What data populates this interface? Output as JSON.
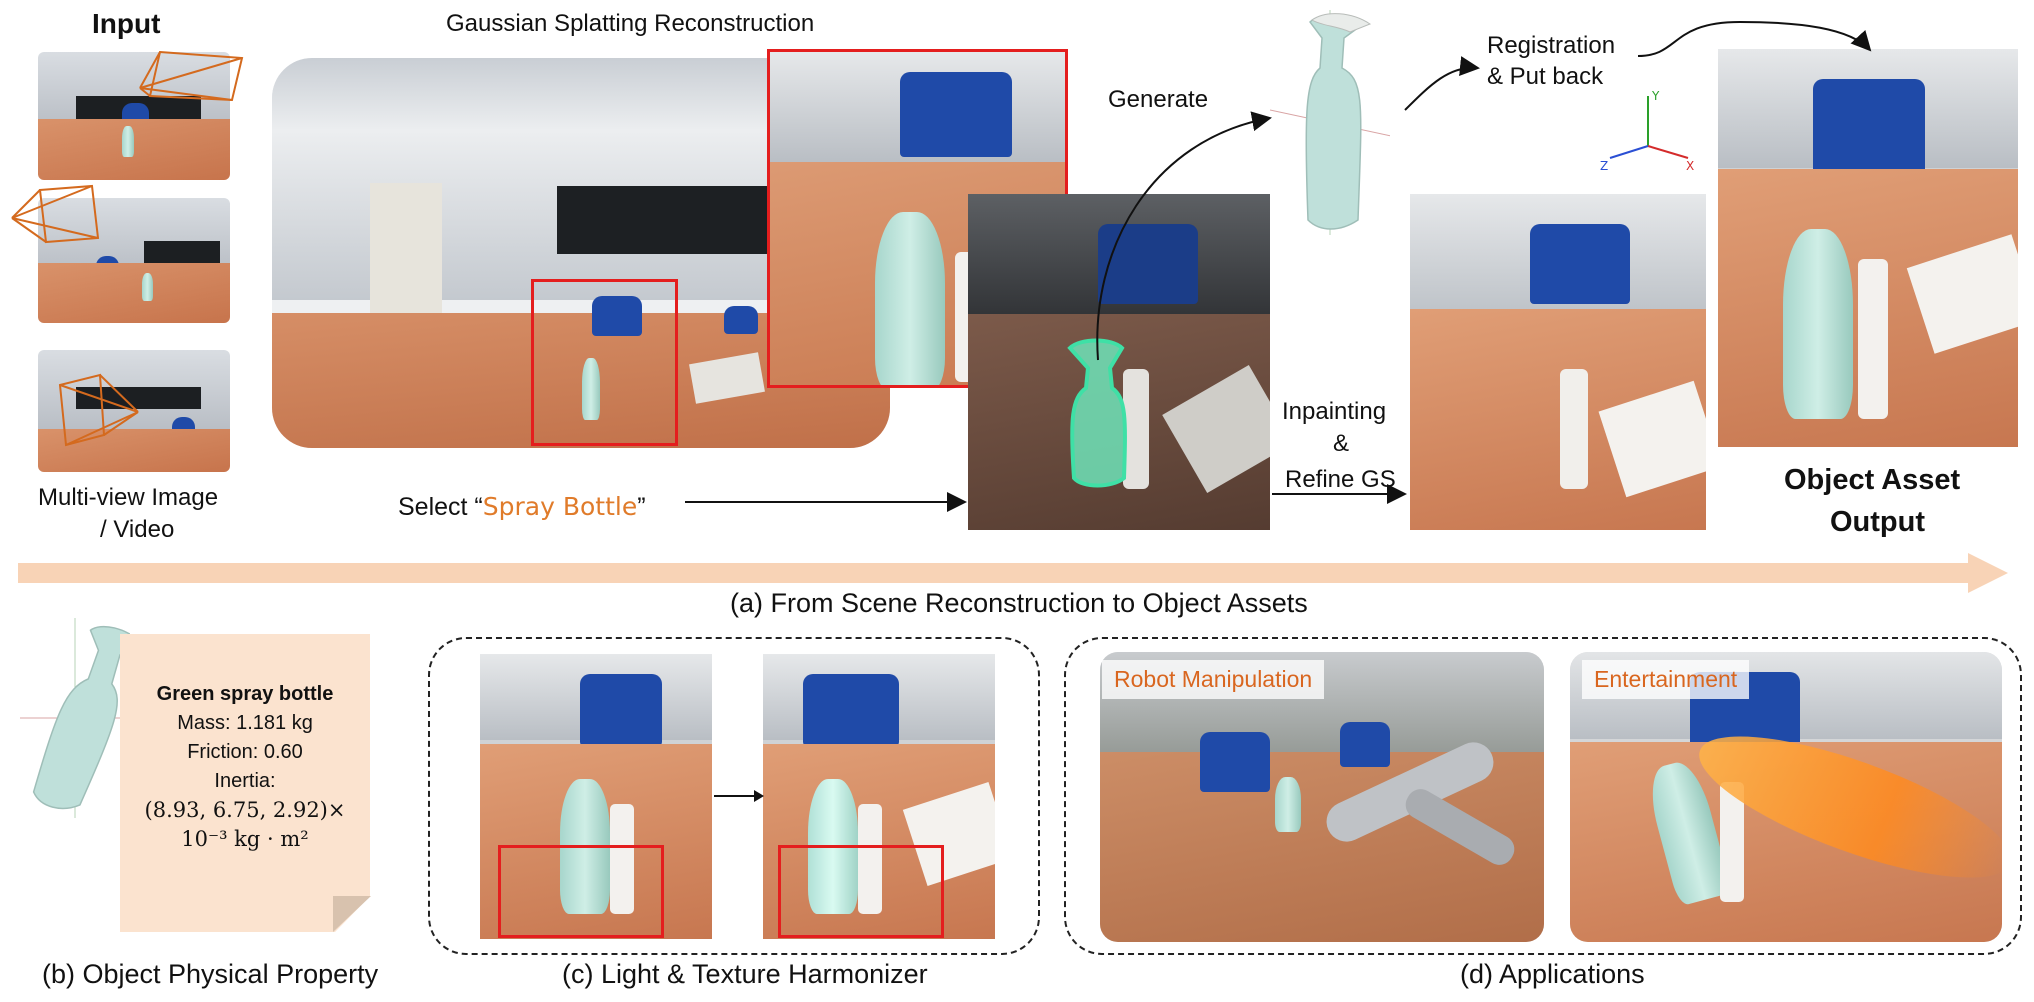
{
  "labels": {
    "input_title": "Input",
    "input_caption_line1": "Multi-view Image",
    "input_caption_line2": "/ Video",
    "gs_title": "Gaussian Splatting Reconstruction",
    "generate": "Generate",
    "registration_line1": "Registration",
    "registration_line2": "& Put back",
    "select_prefix": "Select “",
    "select_object": "Spray Bottle",
    "select_suffix": "”",
    "inpaint_line1": "Inpainting",
    "inpaint_line2": "&",
    "inpaint_line3": "Refine GS",
    "output_line1": "Object Asset",
    "output_line2": "Output",
    "caption_a": "(a) From Scene Reconstruction to Object Assets",
    "caption_b": "(b) Object Physical Property",
    "caption_c": "(c) Light & Texture Harmonizer",
    "caption_d": "(d) Applications",
    "app_robot": "Robot Manipulation",
    "app_entertainment": "Entertainment",
    "axis_x": "X",
    "axis_y": "Y",
    "axis_z": "Z"
  },
  "property": {
    "name": "Green spray bottle",
    "mass": "Mass: 1.181 kg",
    "friction": "Friction: 0.60",
    "inertia_label": "Inertia:",
    "inertia_value": "(8.93, 6.75, 2.92)×",
    "inertia_unit": "10⁻³ kg · m²"
  },
  "colors": {
    "highlight_orange": "#e07b2a",
    "box_red": "#e41e1e",
    "band_arrow": "#f8d3b6",
    "note_paper": "#fbe3cf",
    "mask_green": "#5fe3b5"
  },
  "icons": [
    "camera-frustum-icon",
    "axis-gizmo-icon",
    "spray-bottle-icon"
  ]
}
